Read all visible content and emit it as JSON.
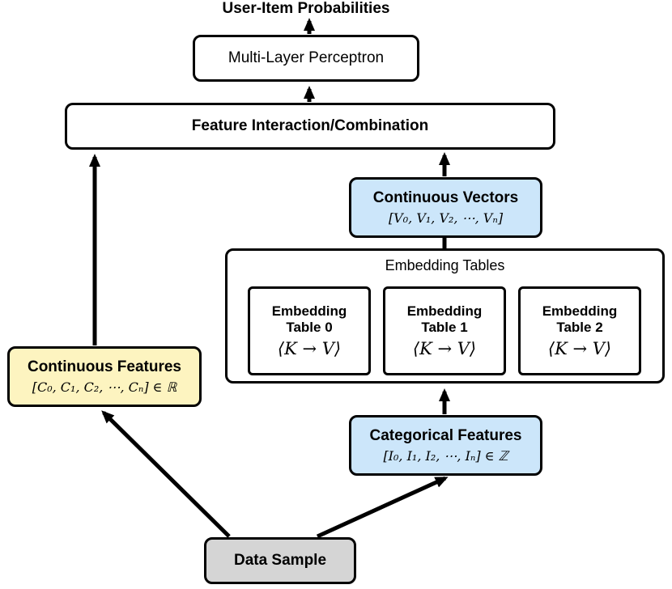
{
  "output_label": "User-Item Probabilities",
  "mlp": {
    "label": "Multi-Layer Perceptron"
  },
  "interaction": {
    "label": "Feature Interaction/Combination"
  },
  "continuous_vectors": {
    "title": "Continuous Vectors",
    "formula": "[V₀, V₁, V₂, ⋯, Vₙ]",
    "fill": "#cce6fa"
  },
  "embedding_tables": {
    "title": "Embedding Tables",
    "tables": [
      {
        "line1": "Embedding",
        "line2": "Table 0",
        "mapping": "⟨K → V⟩"
      },
      {
        "line1": "Embedding",
        "line2": "Table 1",
        "mapping": "⟨K → V⟩"
      },
      {
        "line1": "Embedding",
        "line2": "Table 2",
        "mapping": "⟨K → V⟩"
      }
    ]
  },
  "continuous_features": {
    "title": "Continuous Features",
    "formula": "[C₀, C₁, C₂, ⋯, Cₙ] ∈ ℝ",
    "fill": "#fdf4c0"
  },
  "categorical_features": {
    "title": "Categorical Features",
    "formula": "[I₀, I₁, I₂, ⋯, Iₙ] ∈ ℤ",
    "fill": "#cce6fa"
  },
  "data_sample": {
    "label": "Data Sample",
    "fill": "#d5d5d5"
  }
}
